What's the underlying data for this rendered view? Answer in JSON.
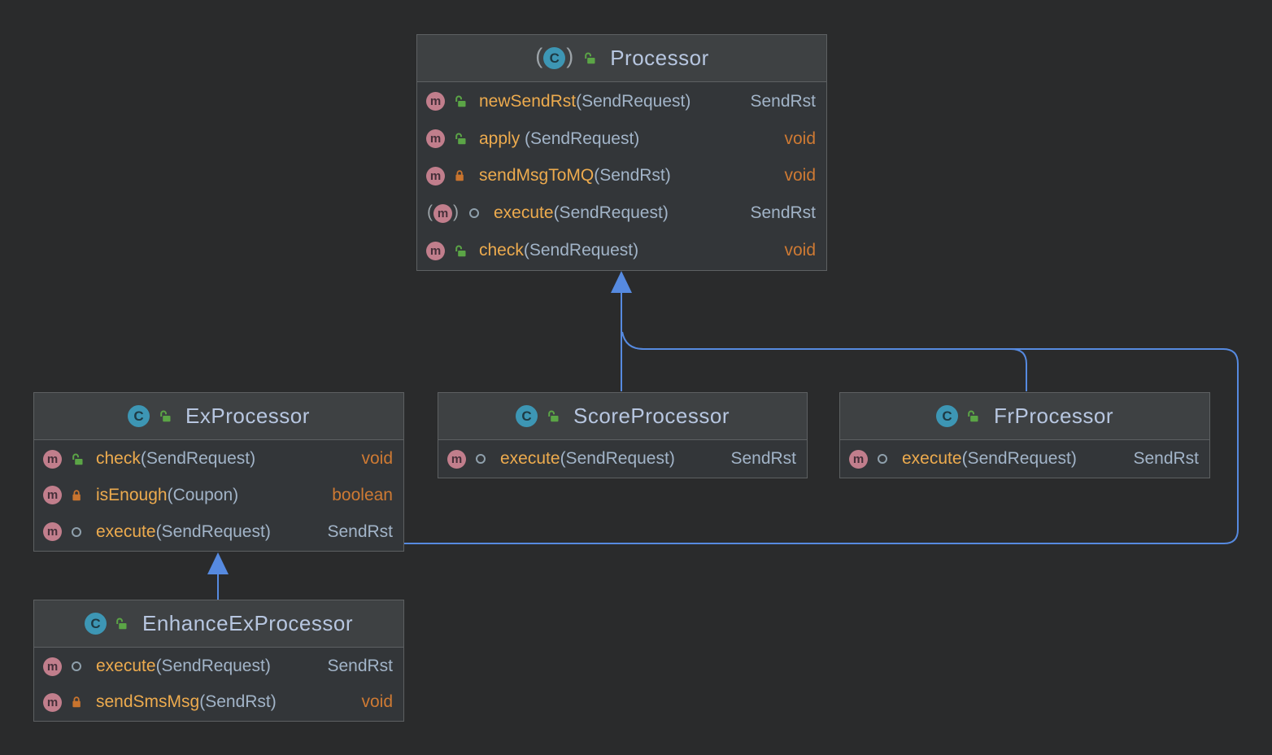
{
  "diagram": {
    "type": "uml-class-diagram",
    "icons": {
      "class_letter": "C",
      "method_letter": "m"
    },
    "classes": [
      {
        "name": "Processor",
        "abstract": true,
        "methods": [
          {
            "name": "newSendRst",
            "params": "(SendRequest)",
            "returns": "SendRst",
            "visibility": "package-local",
            "abstract": false
          },
          {
            "name": "apply ",
            "params": "(SendRequest)",
            "returns": "void",
            "visibility": "package-local",
            "abstract": false
          },
          {
            "name": "sendMsgToMQ",
            "params": "(SendRst)",
            "returns": "void",
            "visibility": "private",
            "abstract": false
          },
          {
            "name": "execute",
            "params": "(SendRequest)",
            "returns": "SendRst",
            "visibility": "public",
            "abstract": true
          },
          {
            "name": "check",
            "params": "(SendRequest)",
            "returns": "void",
            "visibility": "package-local",
            "abstract": false
          }
        ]
      },
      {
        "name": "ExProcessor",
        "abstract": false,
        "methods": [
          {
            "name": "check",
            "params": "(SendRequest)",
            "returns": "void",
            "visibility": "package-local",
            "abstract": false
          },
          {
            "name": "isEnough",
            "params": "(Coupon)",
            "returns": "boolean",
            "visibility": "private",
            "abstract": false
          },
          {
            "name": "execute",
            "params": "(SendRequest)",
            "returns": "SendRst",
            "visibility": "public",
            "abstract": false
          }
        ]
      },
      {
        "name": "ScoreProcessor",
        "abstract": false,
        "methods": [
          {
            "name": "execute",
            "params": "(SendRequest)",
            "returns": "SendRst",
            "visibility": "public",
            "abstract": false
          }
        ]
      },
      {
        "name": "FrProcessor",
        "abstract": false,
        "methods": [
          {
            "name": "execute",
            "params": "(SendRequest)",
            "returns": "SendRst",
            "visibility": "public",
            "abstract": false
          }
        ]
      },
      {
        "name": "EnhanceExProcessor",
        "abstract": false,
        "methods": [
          {
            "name": "execute",
            "params": "(SendRequest)",
            "returns": "SendRst",
            "visibility": "public",
            "abstract": false
          },
          {
            "name": "sendSmsMsg",
            "params": "(SendRst)",
            "returns": "void",
            "visibility": "private",
            "abstract": false
          }
        ]
      }
    ],
    "relations": [
      {
        "from": "ScoreProcessor",
        "to": "Processor",
        "type": "extends"
      },
      {
        "from": "FrProcessor",
        "to": "Processor",
        "type": "extends"
      },
      {
        "from": "ExProcessor",
        "to": "Processor",
        "type": "extends"
      },
      {
        "from": "EnhanceExProcessor",
        "to": "ExProcessor",
        "type": "extends"
      }
    ],
    "colors": {
      "edge": "#568AE0",
      "method_name": "#EDAB4E",
      "parameter": "#A2B4C8",
      "keyword_type": "#CF7A33",
      "class_title": "#B7C6E0",
      "method_icon_bg": "#C17E8C",
      "class_icon_bg": "#3D96B4",
      "lock_green": "#5BA546",
      "lock_orange": "#C9742E"
    }
  }
}
